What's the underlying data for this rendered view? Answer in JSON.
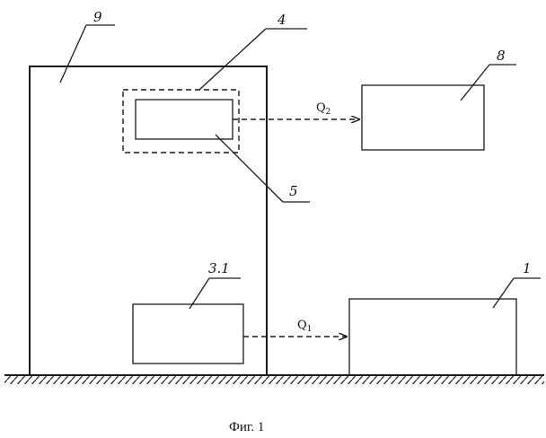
{
  "labels": {
    "building": "9",
    "inner_device": "4",
    "unit": "5",
    "remote_box": "8",
    "source_box": "3.1",
    "receiver_box": "1"
  },
  "flows": {
    "q2_main": "Q",
    "q2_sub": "2",
    "q1_main": "Q",
    "q1_sub": "1"
  },
  "caption": "Фиг. 1"
}
